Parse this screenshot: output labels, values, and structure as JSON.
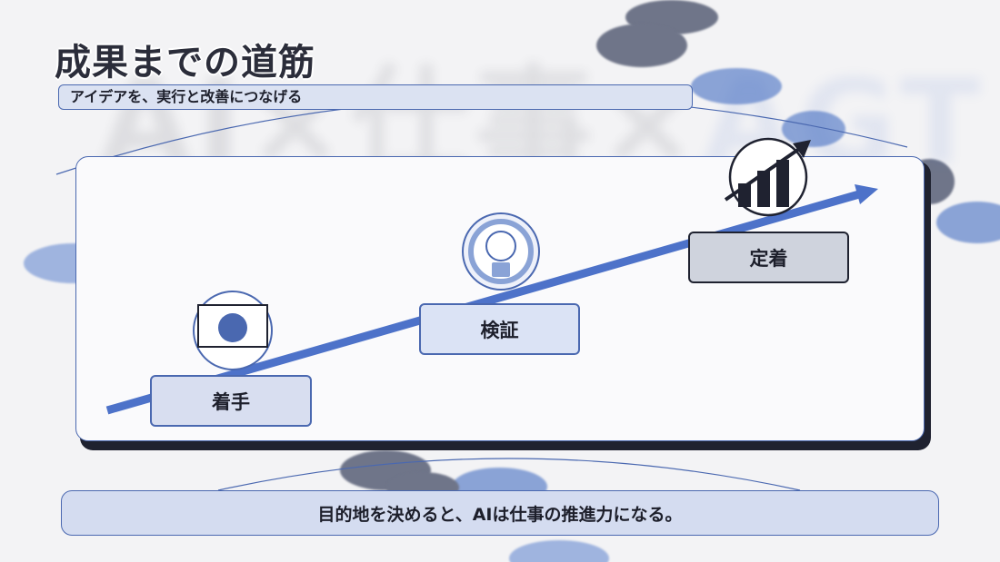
{
  "slide": {
    "title": "成果までの道筋",
    "subtitle": "アイデアを、実行と改善につなげる",
    "steps": [
      {
        "label": "着手",
        "icon": "start-point-icon"
      },
      {
        "label": "検証",
        "icon": "lightbulb-icon"
      },
      {
        "label": "定着",
        "icon": "growth-chart-icon"
      }
    ],
    "conclusion": "目的地を決めると、AIは仕事の推進力になる。"
  },
  "colors": {
    "accent_blue": "#4a68b0",
    "arrow_blue": "#4d72c9",
    "dark_navy": "#1f2230",
    "panel_bg": "#fafafc",
    "light_blue_fill": "#d8def0"
  }
}
